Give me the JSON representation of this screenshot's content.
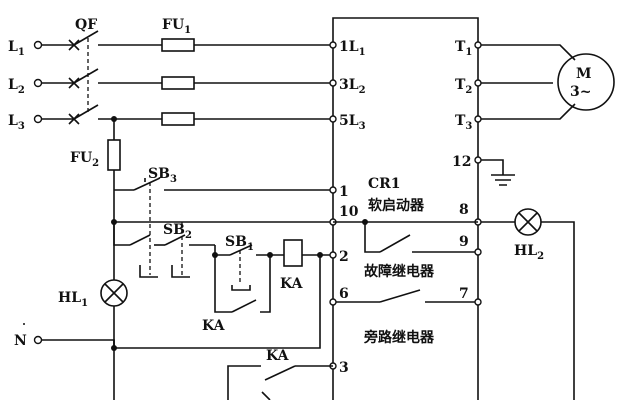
{
  "labels": {
    "L1": {
      "main": "L",
      "sub": "1"
    },
    "L2": {
      "main": "L",
      "sub": "2"
    },
    "L3": {
      "main": "L",
      "sub": "3"
    },
    "N": "N",
    "QF": "QF",
    "FU1": {
      "main": "FU",
      "sub": "1"
    },
    "FU2": {
      "main": "FU",
      "sub": "2"
    },
    "SB3": {
      "main": "SB",
      "sub": "3"
    },
    "SB2": {
      "main": "SB",
      "sub": "2"
    },
    "SB1": {
      "main": "SB",
      "sub": "1"
    },
    "HL1": {
      "main": "HL",
      "sub": "1"
    },
    "HL2": {
      "main": "HL",
      "sub": "2"
    },
    "KA_coil": "KA",
    "KA_contact1": "KA",
    "KA_contact2": "KA",
    "motor_M": "M",
    "motor_phase": "3~"
  },
  "softstarter": {
    "name": "CR1",
    "title": "软启动器",
    "in_terminals": [
      {
        "main": "1L",
        "sub": "1"
      },
      {
        "main": "3L",
        "sub": "2"
      },
      {
        "main": "5L",
        "sub": "3"
      }
    ],
    "out_terminals": [
      {
        "main": "T",
        "sub": "1"
      },
      {
        "main": "T",
        "sub": "2"
      },
      {
        "main": "T",
        "sub": "3"
      }
    ],
    "terminal_numbers": {
      "t1": "1",
      "t10": "10",
      "t2": "2",
      "t6": "6",
      "t3": "3",
      "t8": "8",
      "t9": "9",
      "t7": "7",
      "t12": "12"
    },
    "fault_relay": "故障继电器",
    "bypass_relay": "旁路继电器"
  }
}
